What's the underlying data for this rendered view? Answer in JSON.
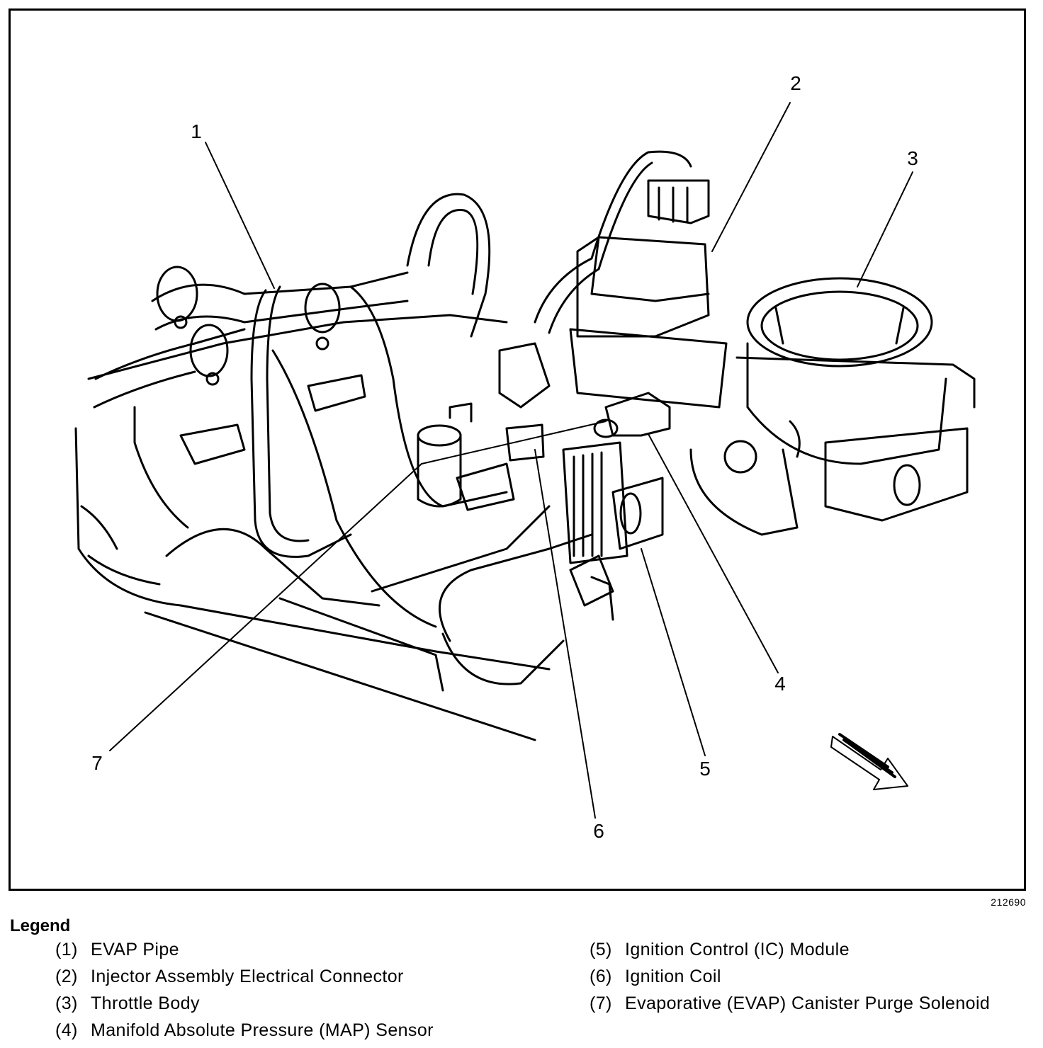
{
  "figure": {
    "id": "212690",
    "callouts": [
      "1",
      "2",
      "3",
      "4",
      "5",
      "6",
      "7"
    ]
  },
  "legend": {
    "title": "Legend",
    "left": [
      {
        "num": "(1)",
        "text": "EVAP Pipe"
      },
      {
        "num": "(2)",
        "text": "Injector Assembly Electrical Connector"
      },
      {
        "num": "(3)",
        "text": "Throttle Body"
      },
      {
        "num": "(4)",
        "text": "Manifold Absolute Pressure (MAP) Sensor"
      }
    ],
    "right": [
      {
        "num": "(5)",
        "text": "Ignition Control (IC) Module"
      },
      {
        "num": "(6)",
        "text": "Ignition Coil"
      },
      {
        "num": "(7)",
        "text": "Evaporative (EVAP) Canister Purge Solenoid"
      }
    ]
  }
}
